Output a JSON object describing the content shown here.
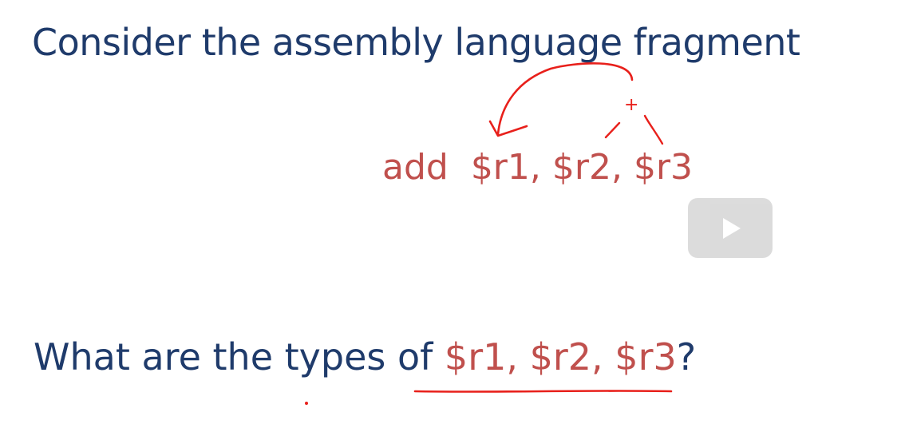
{
  "slide": {
    "heading": "Consider the assembly language fragment",
    "code": {
      "op": "add",
      "r1": "$r1,",
      "r2": "$r2,",
      "r3": "$r3"
    },
    "question": {
      "prefix": "What are the types of ",
      "registers": "$r1, $r2, $r3",
      "suffix": "?"
    },
    "annotation_plus": "+"
  },
  "colors": {
    "heading": "#1f3b6b",
    "code": "#c0504d",
    "ink": "#e8201b",
    "play_button_bg": "#d9d9d9"
  },
  "icons": {
    "play": "play-icon"
  }
}
